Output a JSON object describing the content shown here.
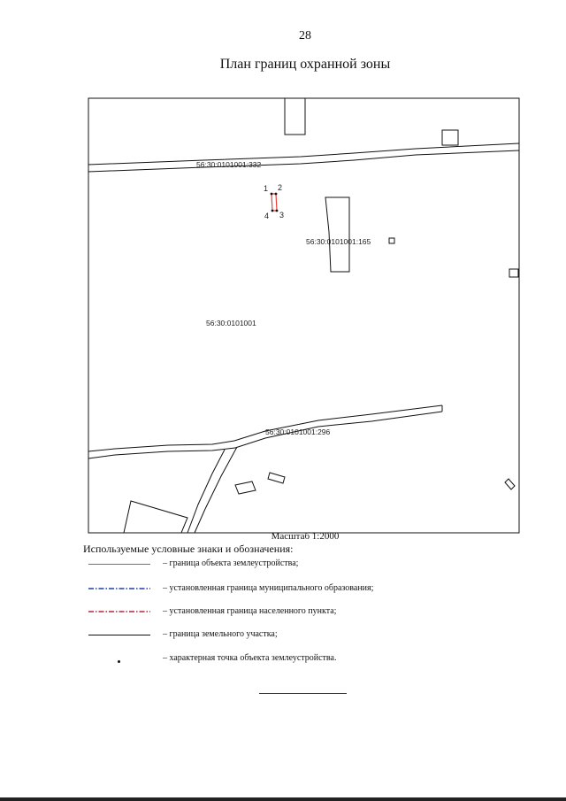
{
  "page_number": "28",
  "title": "План границ охранной зоны",
  "map": {
    "parcel_labels": [
      "56:30:0101001:332",
      "56:30:0101001:165",
      "56:30:0101001",
      "56:30:0101001:296"
    ],
    "point_labels": [
      "1",
      "2",
      "3",
      "4"
    ]
  },
  "scale_text": "Масштаб 1:2000",
  "legend": {
    "title": "Используемые условные знаки и обозначения:",
    "items": [
      {
        "text": "– граница объекта землеустройства;",
        "color": "#e8413b",
        "style": "solid"
      },
      {
        "text": "– установленная граница муниципального образования;",
        "color": "#1f3fa8",
        "style": "dash-dot"
      },
      {
        "text": "– установленная граница населенного пункта;",
        "color": "#b0283c",
        "style": "dash-dot"
      },
      {
        "text": "– граница земельного участка;",
        "color": "#111111",
        "style": "solid"
      },
      {
        "text": "– характерная точка объекта землеустройства.",
        "color": "#111111",
        "style": "point"
      }
    ]
  }
}
